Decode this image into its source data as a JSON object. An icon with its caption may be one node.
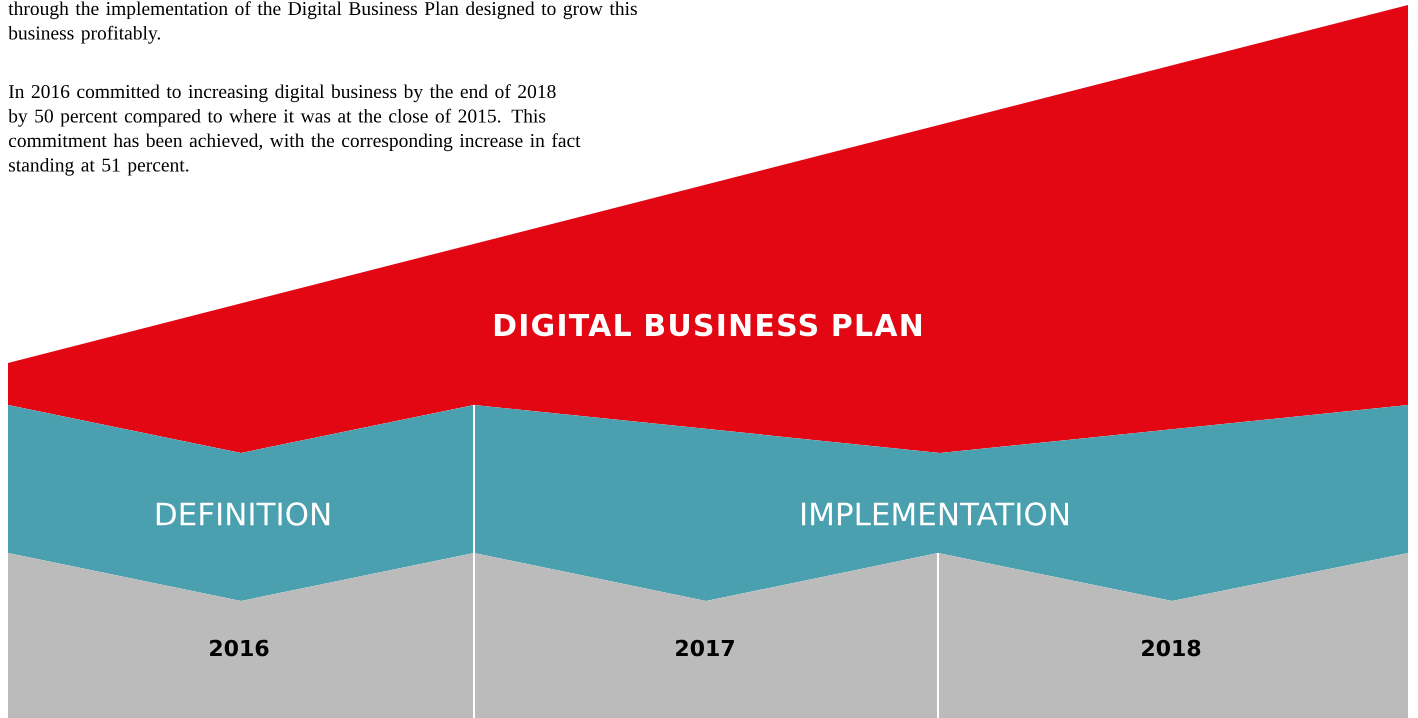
{
  "diagram": {
    "nodes": [
      {
        "text": [
          "DIGITAL BUSINESS PLAN"
        ]
      },
      {
        "text": [
          "DEFINITION"
        ]
      },
      {
        "text": [
          "IMPLEMENTATION"
        ]
      },
      {
        "text": [
          "2016"
        ]
      },
      {
        "text": [
          "2017"
        ]
      },
      {
        "text": [
          "2018"
        ]
      }
    ],
    "labels": [
      "through the implementation of the Digital Business Plan designed to grow this business profitably.",
      "In 2016 committed to increasing digital business by the end of 2018 by 50 percent compared to where it was at the close of 2015. This commitment has been achieved, with the corresponding increase in fact standing at 51 percent."
    ]
  }
}
